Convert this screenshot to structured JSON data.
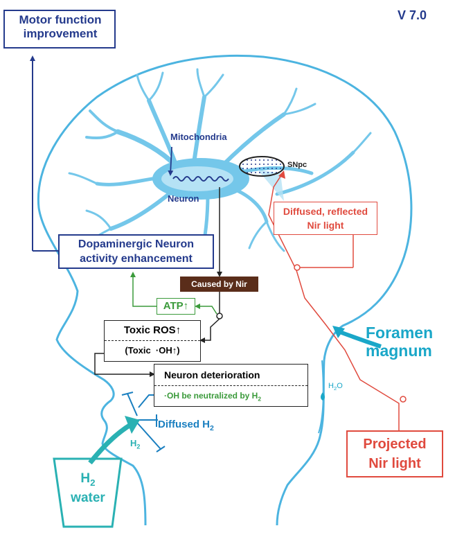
{
  "version": "V 7.0",
  "labels": {
    "motor_function": [
      "Motor function",
      "improvement"
    ],
    "mitochondria": "Mitochondria",
    "neuron": "Neuron",
    "snpc": "SNpc",
    "diffused_reflected": [
      "Diffused, reflected",
      "Nir light"
    ],
    "dopaminergic": [
      "Dopaminergic Neuron",
      "activity enhancement"
    ],
    "caused_by_nir": "Caused by Nir",
    "atp": "ATP↑",
    "toxic_ros": "Toxic ROS↑",
    "toxic_oh": "(Toxic  ·OH↑)",
    "neuron_deterioration": "Neuron deterioration",
    "oh_neutralized": "·OH be neutralized by H",
    "oh_neutralized_sub": "2",
    "h2o": "H",
    "h2o_sub": "2",
    "h2o_end": "O",
    "diffused_h2": "Diffused H",
    "diffused_h2_sub": "2",
    "h2_small": "H",
    "h2_small_sub": "2",
    "foramen": [
      "Foramen",
      "magnum"
    ],
    "projected": [
      "Projected",
      "Nir light"
    ],
    "water_h": "H",
    "water_sub": "2",
    "water_word": "water"
  },
  "colors": {
    "head_outline": "#4cb4e0",
    "neuron_fill": "#74c7ea",
    "neuron_core": "#b5e2f5",
    "navy": "#243a8c",
    "nir_red": "#e04a3e",
    "atp_green": "#3a9a3a",
    "h2_blue": "#1a7fc0",
    "teal": "#2ab1b3",
    "dark_brown": "#5a2d1a"
  }
}
